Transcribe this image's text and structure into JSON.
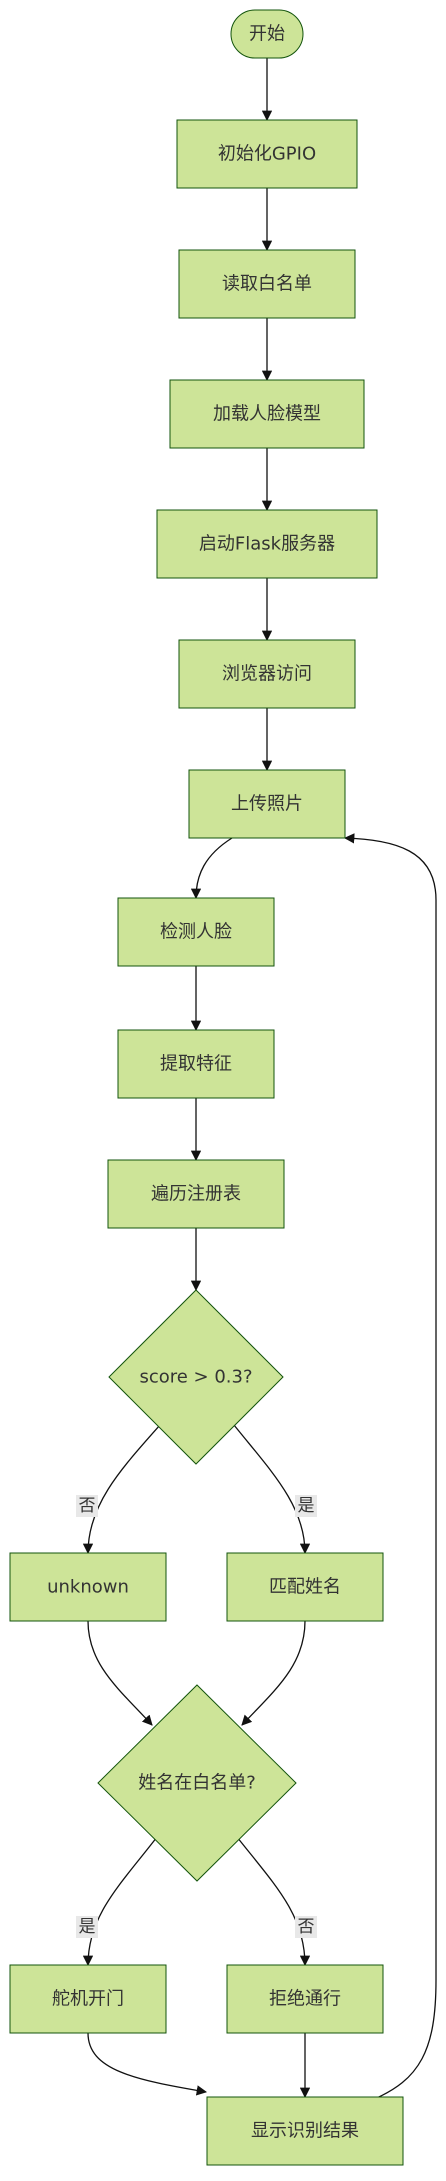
{
  "diagram": {
    "nodes": {
      "start": "开始",
      "init_gpio": "初始化GPIO",
      "read_whitelist": "读取白名单",
      "load_model": "加载人脸模型",
      "start_flask": "启动Flask服务器",
      "browser": "浏览器访问",
      "upload": "上传照片",
      "detect": "检测人脸",
      "extract": "提取特征",
      "iterate": "遍历注册表",
      "score_check": "score > 0.3?",
      "unknown": "unknown",
      "match_name": "匹配姓名",
      "whitelist_check": "姓名在白名单?",
      "servo_open": "舵机开门",
      "deny": "拒绝通行",
      "show_result": "显示识别结果"
    },
    "edge_labels": {
      "score_no": "否",
      "score_yes": "是",
      "wl_yes": "是",
      "wl_no": "否"
    },
    "colors": {
      "node_fill": "#cde498",
      "node_stroke": "#13540c",
      "edge": "#111111",
      "label_bg": "#e8e8e8"
    }
  }
}
